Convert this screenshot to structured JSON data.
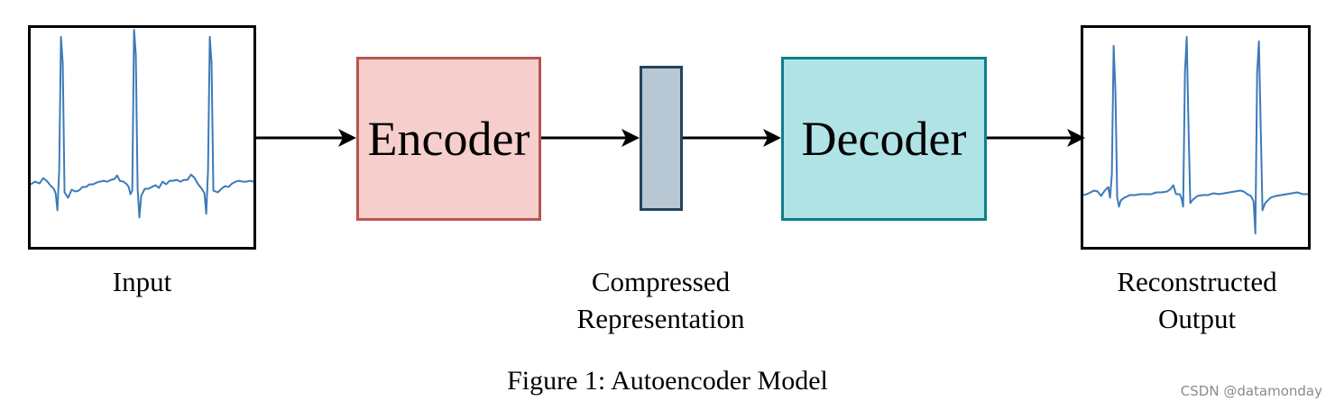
{
  "input": {
    "label": "Input"
  },
  "encoder": {
    "label": "Encoder",
    "fill": "#f6cfcd",
    "border": "#b85450"
  },
  "latent": {
    "label": "Compressed Representation",
    "fill": "#b7c7d3",
    "border": "#23445d"
  },
  "decoder": {
    "label": "Decoder",
    "fill": "#b0e3e6",
    "border": "#0e8088"
  },
  "output": {
    "label": "Reconstructed Output"
  },
  "caption": "Figure 1: Autoencoder Model",
  "watermark": "CSDN @datamonday",
  "colors": {
    "signal": "#3b7ab9",
    "frame": "#000000",
    "arrow": "#000000"
  },
  "icons": {
    "input_signal": "ecg-waveform-icon",
    "output_signal": "ecg-waveform-icon"
  }
}
